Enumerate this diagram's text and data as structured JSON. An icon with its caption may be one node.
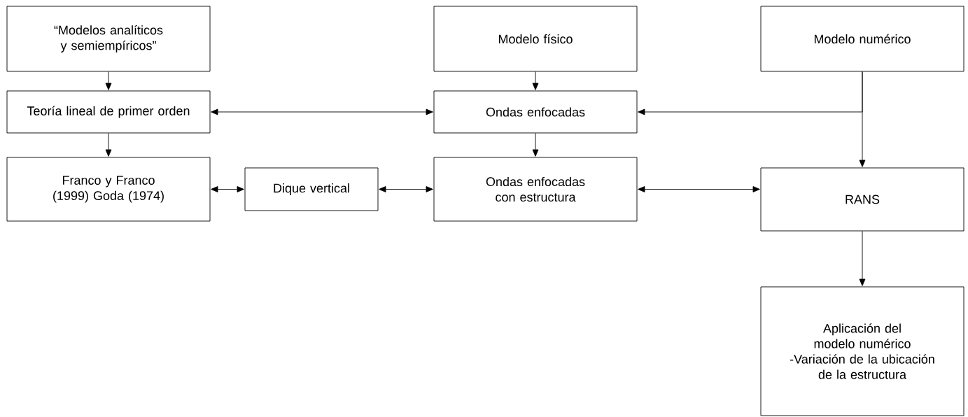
{
  "diagram": {
    "nodes": [
      {
        "text": [
          "“Modelos analíticos y semiempíricos”"
        ]
      },
      {
        "text": [
          "Modelo físico"
        ]
      },
      {
        "text": [
          "Modelo numérico"
        ]
      },
      {
        "text": [
          "Teoría lineal de primer orden"
        ]
      },
      {
        "text": [
          "Ondas enfocadas"
        ]
      },
      {
        "text": [
          "Franco y Franco (1999) Goda (1974)"
        ]
      },
      {
        "text": [
          "Dique vertical"
        ]
      },
      {
        "text": [
          "Ondas enfocadas con estructura"
        ]
      },
      {
        "text": [
          "RANS"
        ]
      },
      {
        "text": [
          "Aplicación del modelo numérico",
          "-Variación de la ubicación de la estructura"
        ]
      }
    ],
    "edges": [
      {
        "from": 0,
        "to": 3,
        "arrow": "to"
      },
      {
        "from": 1,
        "to": 4,
        "arrow": "to"
      },
      {
        "from": 3,
        "to": 4,
        "arrow": "both"
      },
      {
        "from": 2,
        "to": 4,
        "arrow": "to"
      },
      {
        "from": 2,
        "to": 8,
        "arrow": "to"
      },
      {
        "from": 4,
        "to": 7,
        "arrow": "to"
      },
      {
        "from": 3,
        "to": 5,
        "arrow": "to"
      },
      {
        "from": 5,
        "to": 6,
        "arrow": "both"
      },
      {
        "from": 6,
        "to": 7,
        "arrow": "both"
      },
      {
        "from": 7,
        "to": 8,
        "arrow": "both"
      },
      {
        "from": 8,
        "to": 9,
        "arrow": "to"
      }
    ]
  }
}
